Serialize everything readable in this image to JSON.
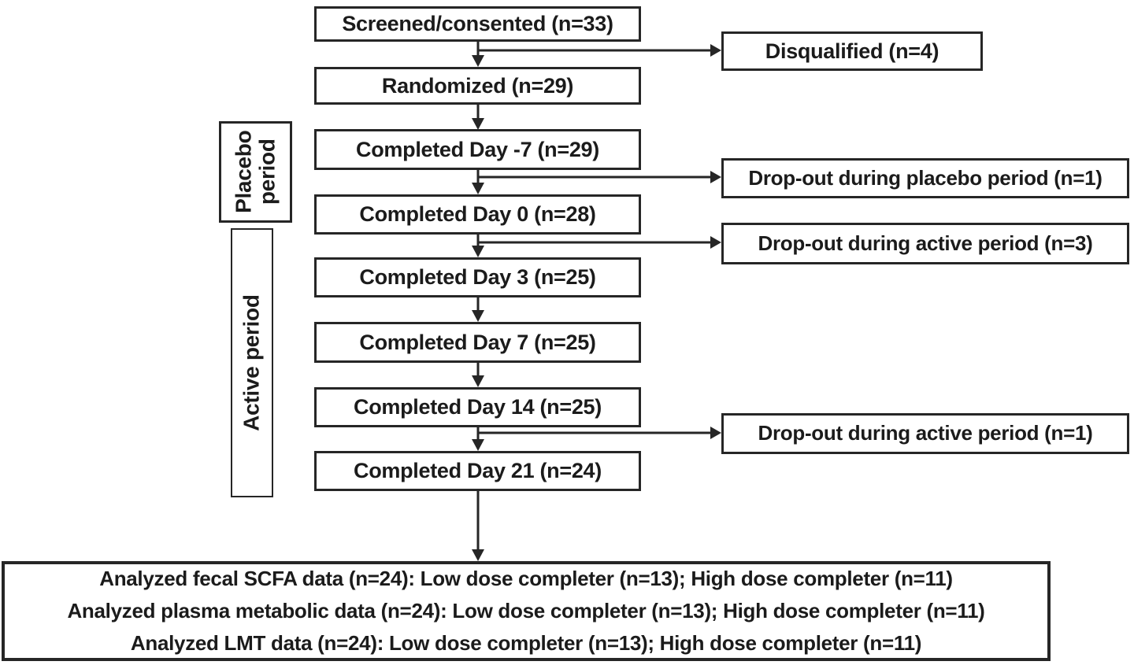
{
  "figure": {
    "type": "consort-flow-diagram",
    "colors": {
      "background": "#ffffff",
      "line_and_border": "#262626",
      "text": "#1b1b1b"
    }
  },
  "flow": {
    "main_boxes": [
      {
        "label": "Screened/consented (n=33)"
      },
      {
        "label": "Randomized (n=29)"
      },
      {
        "label": "Completed Day -7 (n=29)"
      },
      {
        "label": "Completed Day 0 (n=28)"
      },
      {
        "label": "Completed Day 3 (n=25)"
      },
      {
        "label": "Completed Day 7 (n=25)"
      },
      {
        "label": "Completed Day 14 (n=25)"
      },
      {
        "label": "Completed Day 21 (n=24)"
      }
    ],
    "side_boxes": [
      {
        "label": "Disqualified (n=4)"
      },
      {
        "label": "Drop-out during placebo period (n=1)"
      },
      {
        "label": "Drop-out during active period (n=3)"
      },
      {
        "label": "Drop-out during active period (n=1)"
      }
    ],
    "period_labels": {
      "placebo": {
        "line1": "Placebo",
        "line2": "period"
      },
      "active": {
        "label": "Active period"
      }
    },
    "analysis_box": {
      "line1": "Analyzed fecal SCFA data (n=24): Low dose completer (n=13); High dose completer (n=11)",
      "line2": "Analyzed plasma metabolic data (n=24): Low dose completer (n=13); High dose completer (n=11)",
      "line3": "Analyzed LMT data (n=24): Low dose completer (n=13); High dose completer (n=11)"
    }
  }
}
